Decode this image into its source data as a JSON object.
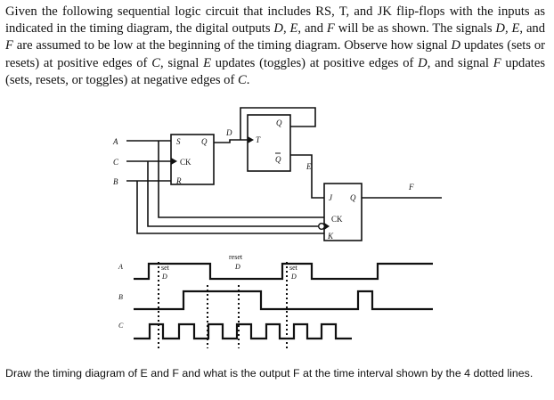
{
  "problem": {
    "p1": "Given the following sequential logic circuit that includes RS, T, and JK flip-flops with the inputs as indicated in the timing diagram, the digital outputs ",
    "v_D": "D",
    "p2": ", ",
    "v_E": "E",
    "p3": ", and ",
    "v_F": "F",
    "p4": " will be as shown. The signals ",
    "v_D2": "D",
    "p5": ", ",
    "v_E2": "E",
    "p6": ", and ",
    "v_F2": "F",
    "p7": " are assumed to be low at the beginning of the timing diagram. Observe how signal ",
    "v_D3": "D",
    "p8": " updates (sets or resets) at positive edges of ",
    "v_C": "C",
    "p9": ", signal ",
    "v_E3": "E",
    "p10": " updates (toggles) at positive edges of ",
    "v_D4": "D",
    "p11": ", and signal ",
    "v_F3": "F",
    "p12": " updates (sets, resets, or toggles) at negative edges of ",
    "v_C2": "C",
    "p13": "."
  },
  "circuit": {
    "input_a": "A",
    "input_c": "C",
    "input_b": "B",
    "rs_s": "S",
    "rs_q": "Q",
    "rs_ck": "CK",
    "rs_r": "R",
    "wire_d": "D",
    "t_q": "Q",
    "t_t": "T",
    "t_qbar": "Q",
    "wire_e": "E",
    "jk_j": "J",
    "jk_q": "Q",
    "jk_ck": "CK",
    "jk_k": "K",
    "output_f": "F"
  },
  "timing": {
    "label_a": "A",
    "label_b": "B",
    "label_c": "C",
    "ann_set1_a": "set",
    "ann_set1_b": "D",
    "ann_reset_a": "reset",
    "ann_reset_b": "D",
    "ann_set2_a": "set",
    "ann_set2_b": "D"
  },
  "question": "Draw the timing diagram of E and F and what is the output F at the time interval shown by the 4 dotted lines.",
  "colors": {
    "ink": "#111111",
    "background": "#ffffff"
  }
}
